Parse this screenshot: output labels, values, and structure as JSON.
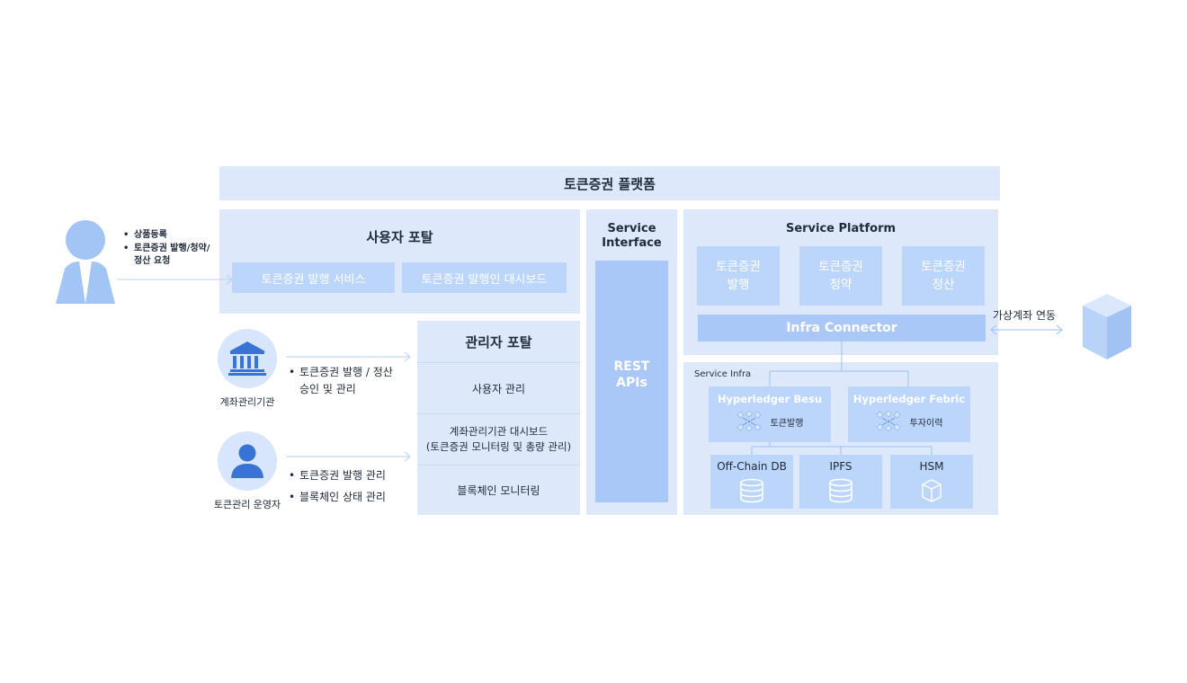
{
  "platform": {
    "title": "토큰증권 플랫폼"
  },
  "user_portal": {
    "title": "사용자 포탈",
    "buttons": [
      "토큰증권 발행 서비스",
      "토큰증권 발행인 대시보드"
    ]
  },
  "admin_portal": {
    "title": "관리자 포탈",
    "items": [
      "사용자 관리",
      "계좌관리기관 대시보드\n(토큰증권 모니터링 및 총량 관리)",
      "블록체인 모니터링"
    ]
  },
  "service_interface": {
    "title": "Service\nInterface",
    "rest": "REST\nAPIs"
  },
  "service_platform": {
    "title": "Service Platform",
    "modules": [
      "토큰증권\n발행",
      "토큰증권\n청약",
      "토큰증권\n정산"
    ],
    "connector": "Infra Connector"
  },
  "service_infra": {
    "title": "Service Infra",
    "chains": [
      {
        "name": "Hyperledger Besu",
        "role": "토큰발행"
      },
      {
        "name": "Hyperledger Febric",
        "role": "투자이력"
      }
    ],
    "stores": [
      "Off-Chain DB",
      "IPFS",
      "HSM"
    ]
  },
  "actors": {
    "user": {
      "bullets": [
        "상품등록",
        "토큰증권 발행/청약/\n정산 요청"
      ]
    },
    "account_institution": {
      "label": "계좌관리기관",
      "bullets": [
        "토큰증권 발행 / 정산\n승인 및 관리"
      ]
    },
    "token_operator": {
      "label": "토큰관리 운영자",
      "bullets": [
        "토큰증권 발행 관리",
        "블록체인 상태 관리"
      ]
    }
  },
  "external": {
    "virtual_account": "가상계좌 연동"
  },
  "colors": {
    "panel": "#dde9fb",
    "box": "#bcd5fa",
    "accent": "#a9c8f7",
    "icon": "#8fb7f2",
    "dark": "#1f2a3a"
  }
}
